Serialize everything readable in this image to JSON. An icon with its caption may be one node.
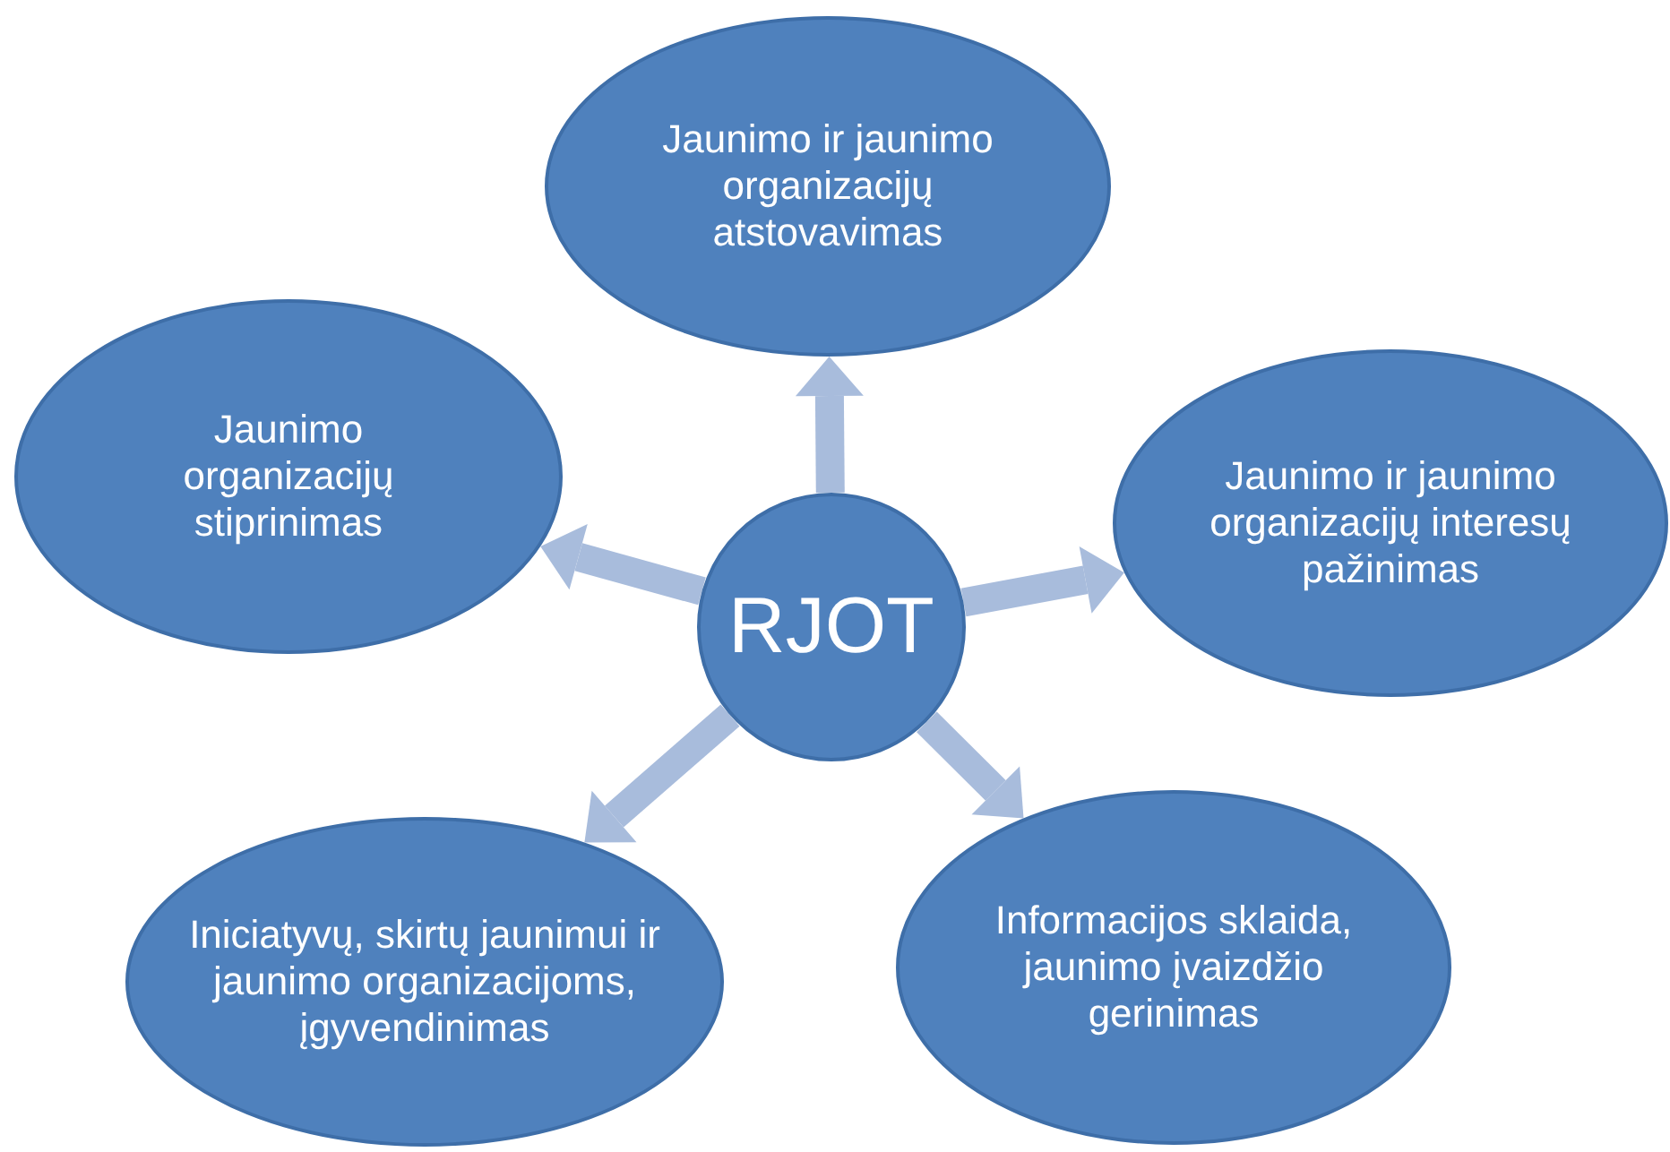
{
  "diagram": {
    "nodes": [
      {
        "text": [
          "Jaunimo ir jaunimo organizacijų atstovavimas"
        ]
      },
      {
        "text": [
          "Jaunimo organizacijų stiprinimas"
        ]
      },
      {
        "text": [
          "Jaunimo ir jaunimo organizacijų interesų pažinimas"
        ]
      },
      {
        "text": [
          "RJOT"
        ]
      },
      {
        "text": [
          "Iniciatyvų, skirtų jaunimui ir jaunimo organizacijoms, įgyvendinimas"
        ]
      },
      {
        "text": [
          "Informacijos sklaida, jaunimo įvaizdžio gerinimas"
        ]
      }
    ],
    "edges": [
      {
        "from": 3,
        "to": 0,
        "arrow": "to"
      },
      {
        "from": 3,
        "to": 2,
        "arrow": "to"
      },
      {
        "from": 3,
        "to": 5,
        "arrow": "to"
      },
      {
        "from": 3,
        "to": 4,
        "arrow": "to"
      },
      {
        "from": 3,
        "to": 1,
        "arrow": "to"
      }
    ]
  }
}
